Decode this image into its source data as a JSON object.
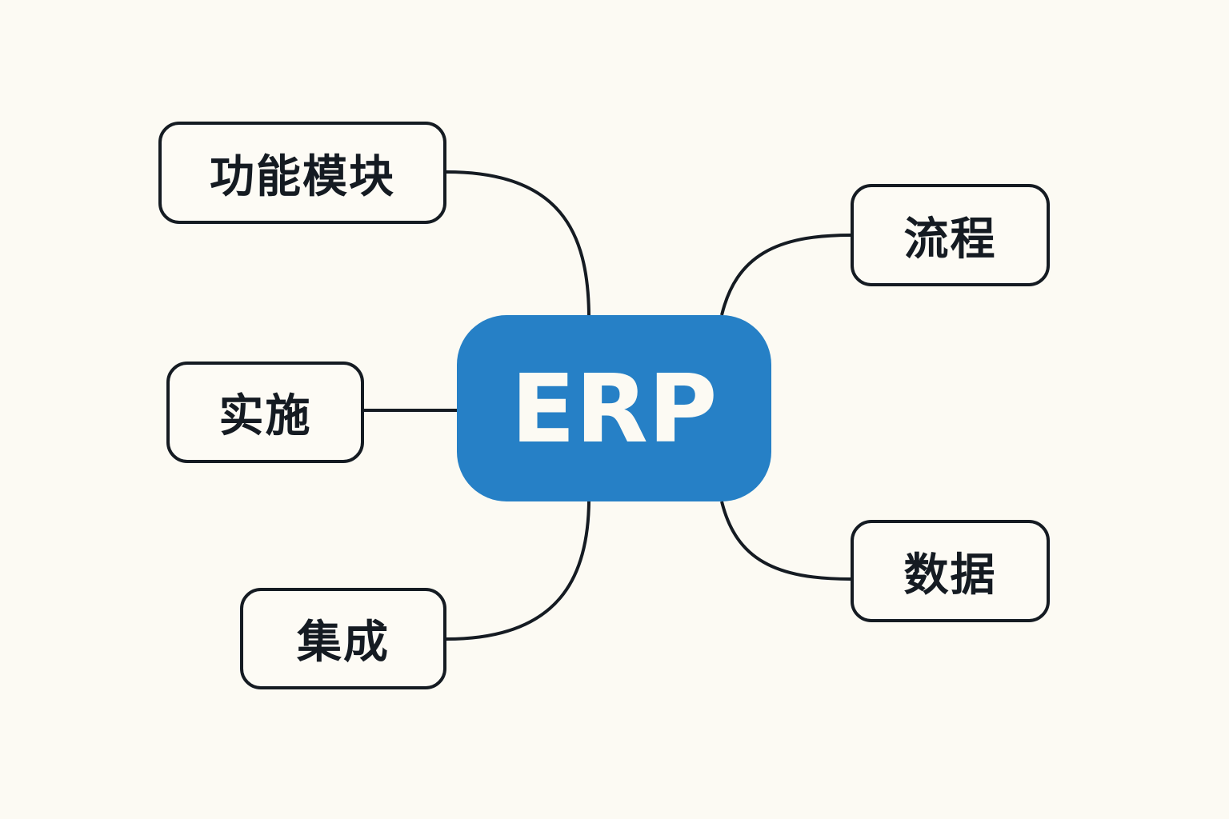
{
  "diagram": {
    "type": "mind-map",
    "center": {
      "label": "ERP",
      "color": "#2680c6"
    },
    "branches": [
      {
        "id": "modules",
        "label": "功能模块",
        "side": "left"
      },
      {
        "id": "implementation",
        "label": "实施",
        "side": "left"
      },
      {
        "id": "integration",
        "label": "集成",
        "side": "left"
      },
      {
        "id": "process",
        "label": "流程",
        "side": "right"
      },
      {
        "id": "data",
        "label": "数据",
        "side": "right"
      }
    ],
    "line_color": "#151b22",
    "background": "#fcfaf3"
  }
}
